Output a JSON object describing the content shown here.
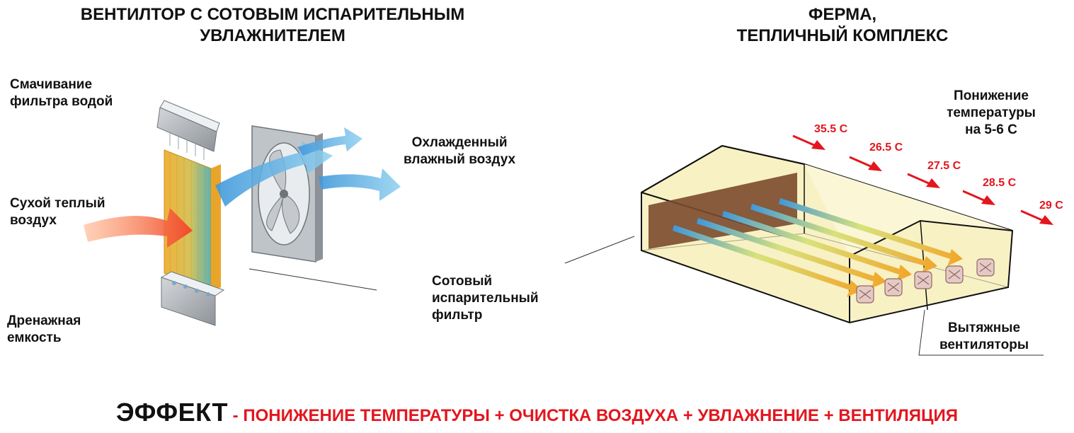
{
  "left": {
    "title_line1": "ВЕНТИЛТОР С СОТОВЫМ ИСПАРИТЕЛЬНЫМ",
    "title_line2": "УВЛАЖНИТЕЛЕМ",
    "label_wetting_1": "Смачивание",
    "label_wetting_2": "фильтра водой",
    "label_dry_1": "Сухой теплый",
    "label_dry_2": "воздух",
    "label_drain_1": "Дренажная",
    "label_drain_2": "емкость",
    "label_cooled_1": "Охлажденный",
    "label_cooled_2": "влажный воздух"
  },
  "middle": {
    "filter_1": "Сотовый",
    "filter_2": "испарительный",
    "filter_3": "фильтр"
  },
  "right": {
    "title_line1": "ФЕРМА,",
    "title_line2": "ТЕПЛИЧНЫЙ КОМПЛЕКС",
    "reduction_1": "Понижение",
    "reduction_2": "температуры",
    "reduction_3": "на 5-6 С",
    "temperatures": [
      "35.5 C",
      "26.5 C",
      "27.5 C",
      "28.5 C",
      "29 C"
    ],
    "exhaust_1": "Вытяжные",
    "exhaust_2": "вентиляторы"
  },
  "bottom": {
    "effect_word": "ЭФФЕКТ",
    "effect_text": " - ПОНИЖЕНИЕ ТЕМПЕРАТУРЫ + ОЧИСТКА ВОЗДУХА + УВЛАЖНЕНИЕ + ВЕНТИЛЯЦИЯ"
  },
  "colors": {
    "accent_red": "#e3161e",
    "cold_blue": "#3f98db",
    "warm_yellow": "#f2c230",
    "greenhouse_fill": "#f8f1c4",
    "pad_brown": "#7a4a2c"
  }
}
